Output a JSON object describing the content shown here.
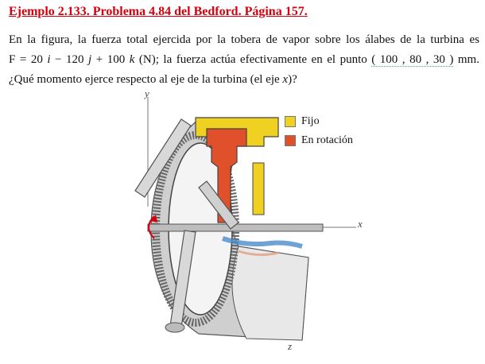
{
  "document": {
    "title": "Ejemplo 2.133. Problema 4.84 del Bedford. Página 157.",
    "paragraph": {
      "line1": "En la figura, la fuerza total ejercida por la tobera de vapor sobre los álabes de la turbina es",
      "line2_start": "F = 20 ",
      "line2_i": "i",
      "line2_mid1": " − 120 ",
      "line2_j": "j",
      "line2_mid2": " + 100 ",
      "line2_k": "k",
      "line2_rest": " (N); la fuerza actúa efectivamente en el punto ",
      "line2_point": "( 100 , 80 , 30 )",
      "line2_end": " mm.",
      "line3_start": "¿Qué momento ejerce respecto al eje de la turbina (el eje ",
      "line3_x": "x",
      "line3_end": ")?"
    }
  },
  "figure": {
    "legend": [
      {
        "label": "Fijo",
        "color": "#f0d020"
      },
      {
        "label": "En rotación",
        "color": "#e0502a"
      }
    ],
    "axes": {
      "x": "x",
      "y": "y",
      "z": "z"
    }
  }
}
